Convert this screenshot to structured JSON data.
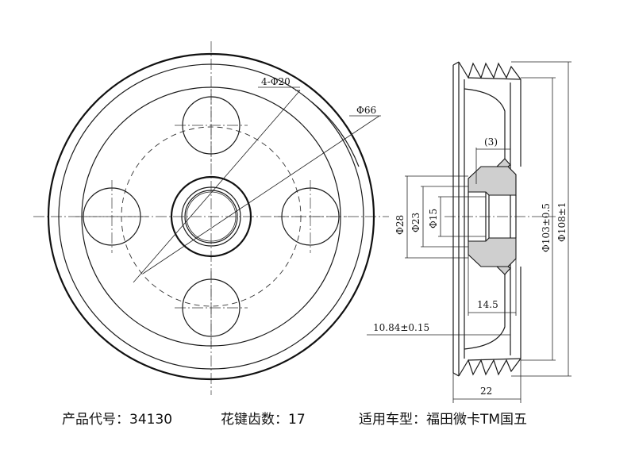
{
  "dimensions": {
    "holes": "4-Φ20",
    "pcd": "Φ66",
    "d28": "Φ28",
    "d23": "Φ23",
    "d15": "Φ15",
    "d103": "Φ103±0.5",
    "d108": "Φ108±1",
    "w3": "(3)",
    "w14": "14.5",
    "w10": "10.84±0.15",
    "w22": "22"
  },
  "footer": {
    "product_code": "产品代号：34130",
    "spline_teeth": "花键齿数：17",
    "vehicle": "适用车型：福田微卡TM国五"
  }
}
